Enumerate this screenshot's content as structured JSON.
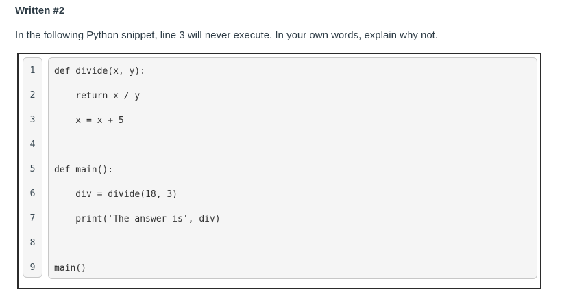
{
  "question": {
    "title": "Written #2",
    "prompt": "In the following Python snippet, line 3 will never execute. In your own words, explain why not."
  },
  "code_block": {
    "language": "python",
    "lines": [
      {
        "number": "1",
        "code": "def divide(x, y):"
      },
      {
        "number": "2",
        "code": "    return x / y"
      },
      {
        "number": "3",
        "code": "    x = x + 5"
      },
      {
        "number": "4",
        "code": ""
      },
      {
        "number": "5",
        "code": "def main():"
      },
      {
        "number": "6",
        "code": "    div = divide(18, 3)"
      },
      {
        "number": "7",
        "code": "    print('The answer is', div)"
      },
      {
        "number": "8",
        "code": ""
      },
      {
        "number": "9",
        "code": "main()"
      }
    ]
  },
  "colors": {
    "text": "#2d3b45",
    "code_text": "#333333",
    "line_number_text": "#3b4a54",
    "code_background": "#f5f5f5",
    "pill_border": "#c7c7c7",
    "outer_border": "#2b2b2b",
    "divider": "#7d7d7d"
  }
}
